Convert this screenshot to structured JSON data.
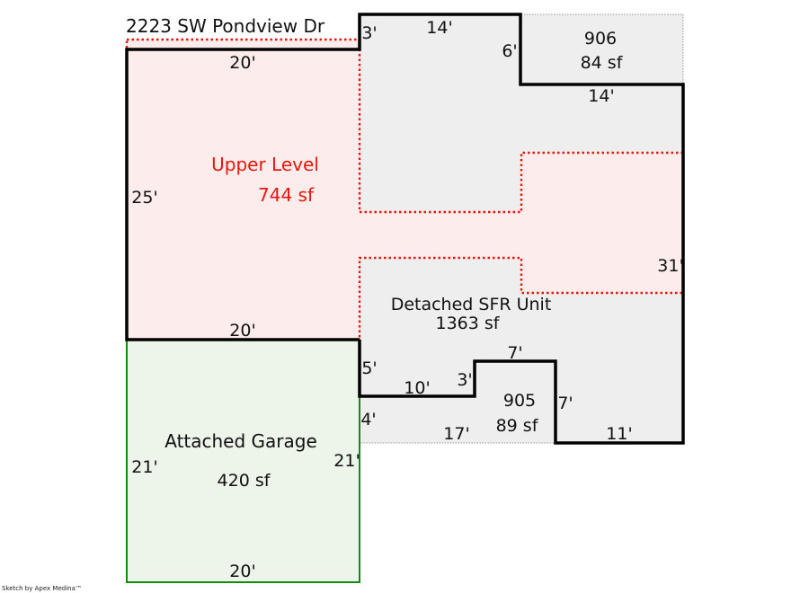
{
  "address": "2223 SW Pondview Dr",
  "credit": "Sketch by Apex Medina™",
  "colors": {
    "main_outline": "#000000",
    "upper_outline": "#e8160c",
    "upper_fill": "#fdecec",
    "garage_outline": "#138a13",
    "garage_fill": "#edf4ea",
    "unit_fill": "#eeeeee"
  },
  "areas": {
    "upper": {
      "name": "Upper Level",
      "area": "744 sf"
    },
    "unit": {
      "name": "Detached SFR Unit",
      "area": "1363 sf"
    },
    "garage": {
      "name": "Attached Garage",
      "area": "420 sf"
    },
    "sub906": {
      "name": "906",
      "area": "84 sf"
    },
    "sub905": {
      "name": "905",
      "area": "89 sf"
    }
  },
  "dims": {
    "upper_top": "20'",
    "upper_left": "25'",
    "upper_bottom": "20'",
    "unit_jog_left": "3'",
    "unit_top": "14'",
    "unit_notch_side": "6'",
    "unit_notch_bottom": "14'",
    "unit_right": "31'",
    "unit_step_down": "5'",
    "unit_step_run": "10'",
    "unit_step_up": "3'",
    "bump_top": "7'",
    "bump_right": "7'",
    "unit_bottom_right": "11'",
    "lower_left": "4'",
    "lower_bottom": "17'",
    "garage_left": "21'",
    "garage_right": "21'",
    "garage_bottom": "20'"
  }
}
